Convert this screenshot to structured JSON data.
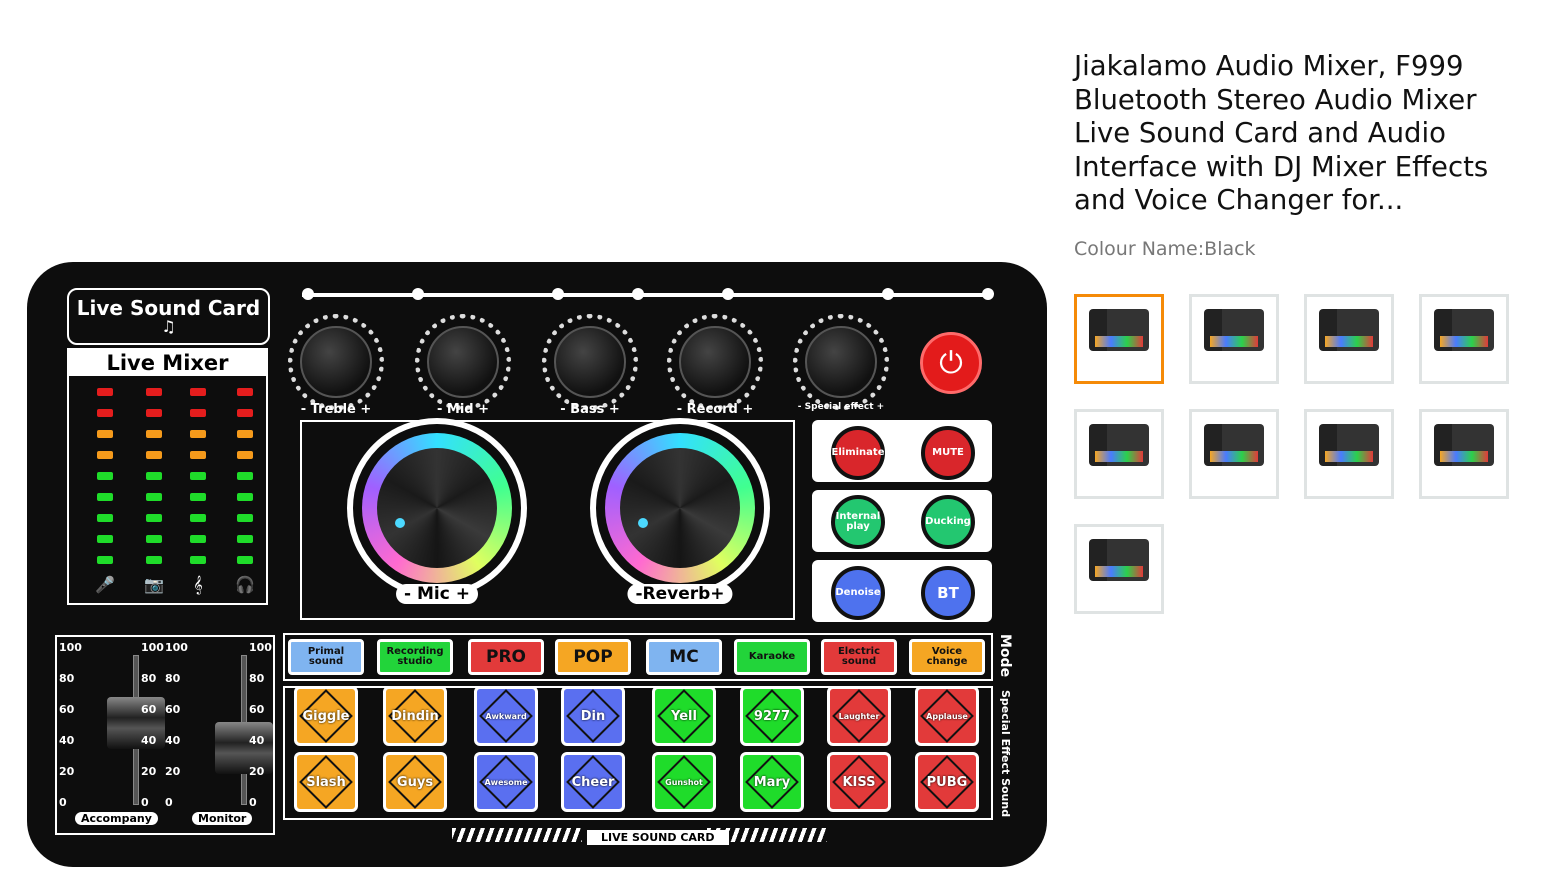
{
  "product": {
    "title": "Jiakalamo Audio Mixer, F999 Bluetooth Stereo Audio Mixer Live Sound Card and Audio Interface with DJ Mixer Effects and Voice Changer for...",
    "colour_label": "Colour Name:",
    "colour_value": "Black"
  },
  "thumbnails": {
    "count": 9,
    "selected_index": 0,
    "selected_color": "#f58a07"
  },
  "device": {
    "live_sound_card": "Live Sound Card",
    "live_mixer": "Live Mixer",
    "vu_icons": [
      "mic-icon",
      "camera-icon",
      "music-clef-icon",
      "headphones-icon"
    ],
    "knobs": [
      "- Treble +",
      "- Mid +",
      "- Bass +",
      "- Record +",
      "- Special effect +"
    ],
    "big_knobs": [
      "- Mic +",
      "-Reverb+"
    ],
    "right_buttons": [
      {
        "label": "Eliminate",
        "color": "#d9262b"
      },
      {
        "label": "MUTE",
        "color": "#d9262b"
      },
      {
        "label": "Internal play",
        "color": "#23c770"
      },
      {
        "label": "Ducking",
        "color": "#23c770"
      },
      {
        "label": "Denoise",
        "color": "#4e72ee"
      },
      {
        "label": "BT",
        "color": "#4e72ee"
      }
    ],
    "mode_label": "Mode",
    "modes": [
      {
        "label": "Primal sound",
        "color": "#7fb4f0"
      },
      {
        "label": "Recording studio",
        "color": "#22d43a"
      },
      {
        "label": "PRO",
        "color": "#e23a3a"
      },
      {
        "label": "POP",
        "color": "#f5a623"
      },
      {
        "label": "MC",
        "color": "#7fb4f0"
      },
      {
        "label": "Karaoke",
        "color": "#22d43a"
      },
      {
        "label": "Electric sound",
        "color": "#e23a3a"
      },
      {
        "label": "Voice change",
        "color": "#f5a623"
      }
    ],
    "effects_label": "Special Effect Sound",
    "effects_row1": [
      "Giggle",
      "Dindin",
      "Awkward",
      "Din",
      "Yell",
      "9277",
      "Laughter",
      "Applause"
    ],
    "effects_row2": [
      "Slash",
      "Guys",
      "Awesome",
      "Cheer",
      "Gunshot",
      "Mary",
      "KISS",
      "PUBG"
    ],
    "effect_colors": [
      "#f5a623",
      "#f5a623",
      "#5a6ff0",
      "#5a6ff0",
      "#1fdc2a",
      "#1fdc2a",
      "#e23a3a",
      "#e23a3a"
    ],
    "scale": [
      "100",
      "80",
      "60",
      "40",
      "20",
      "0"
    ],
    "slider_labels": [
      "Accompany",
      "Monitor"
    ],
    "bottom_text": "LIVE SOUND CARD"
  }
}
